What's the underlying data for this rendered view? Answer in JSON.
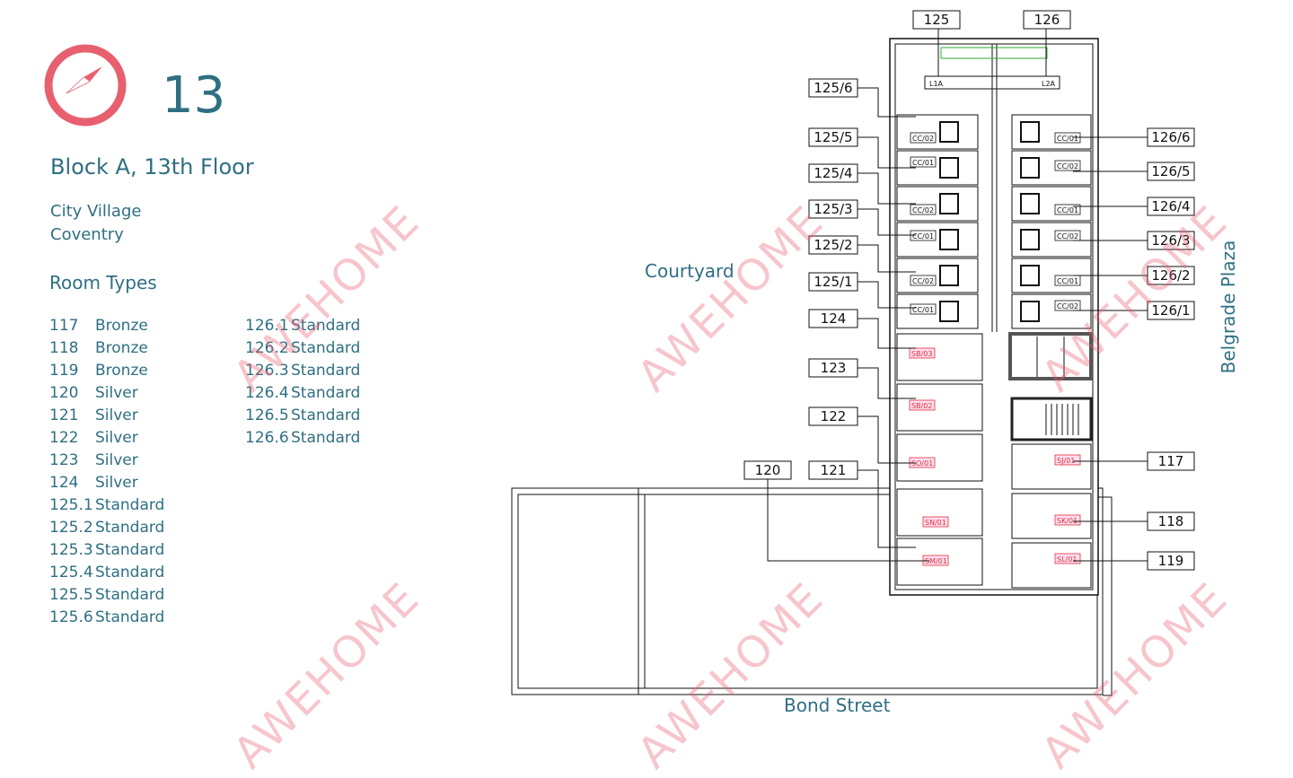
{
  "header": {
    "floor_number": "13",
    "title": "Block A, 13th Floor",
    "address_line1": "City Village",
    "address_line2": "Coventry",
    "compass_icon": "compass-icon"
  },
  "room_types": {
    "title": "Room Types",
    "column1": [
      {
        "room": "117",
        "type": "Bronze"
      },
      {
        "room": "118",
        "type": "Bronze"
      },
      {
        "room": "119",
        "type": "Bronze"
      },
      {
        "room": "120",
        "type": "Silver"
      },
      {
        "room": "121",
        "type": "Silver"
      },
      {
        "room": "122",
        "type": "Silver"
      },
      {
        "room": "123",
        "type": "Silver"
      },
      {
        "room": "124",
        "type": "Silver"
      },
      {
        "room": "125.1",
        "type": "Standard"
      },
      {
        "room": "125.2",
        "type": "Standard"
      },
      {
        "room": "125.3",
        "type": "Standard"
      },
      {
        "room": "125.4",
        "type": "Standard"
      },
      {
        "room": "125.5",
        "type": "Standard"
      },
      {
        "room": "125.6",
        "type": "Standard"
      }
    ],
    "column2": [
      {
        "room": "126.1",
        "type": "Standard"
      },
      {
        "room": "126.2",
        "type": "Standard"
      },
      {
        "room": "126.3",
        "type": "Standard"
      },
      {
        "room": "126.4",
        "type": "Standard"
      },
      {
        "room": "126.5",
        "type": "Standard"
      },
      {
        "room": "126.6",
        "type": "Standard"
      }
    ]
  },
  "plan": {
    "labels": {
      "courtyard": "Courtyard",
      "belgrade_plaza": "Belgrade Plaza",
      "bond_street": "Bond Street"
    },
    "callouts_top": [
      "125",
      "126"
    ],
    "callouts_left": [
      "125/6",
      "125/5",
      "125/4",
      "125/3",
      "125/2",
      "125/1",
      "124",
      "123",
      "122",
      "121",
      "120"
    ],
    "callouts_right": [
      "126/6",
      "126/5",
      "126/4",
      "126/3",
      "126/2",
      "126/1",
      "117",
      "118",
      "119"
    ],
    "unit_codes_left": [
      "CC/02",
      "CC/01",
      "CC/02",
      "CC/01",
      "CC/02",
      "CC/01",
      "SB/03",
      "SB/02",
      "SO/01",
      "SN/01",
      "SM/01"
    ],
    "unit_codes_right": [
      "CC/01",
      "CC/02",
      "CC/01",
      "CC/02",
      "CC/01",
      "CC/02",
      "SJ/01",
      "SK/01",
      "SL/01"
    ],
    "cluster_codes": [
      "L1A",
      "L2A"
    ]
  },
  "watermark": "AWEHOME",
  "colors": {
    "accent": "#e8606f",
    "text": "#2f6f82",
    "code_red": "#e0303a"
  }
}
